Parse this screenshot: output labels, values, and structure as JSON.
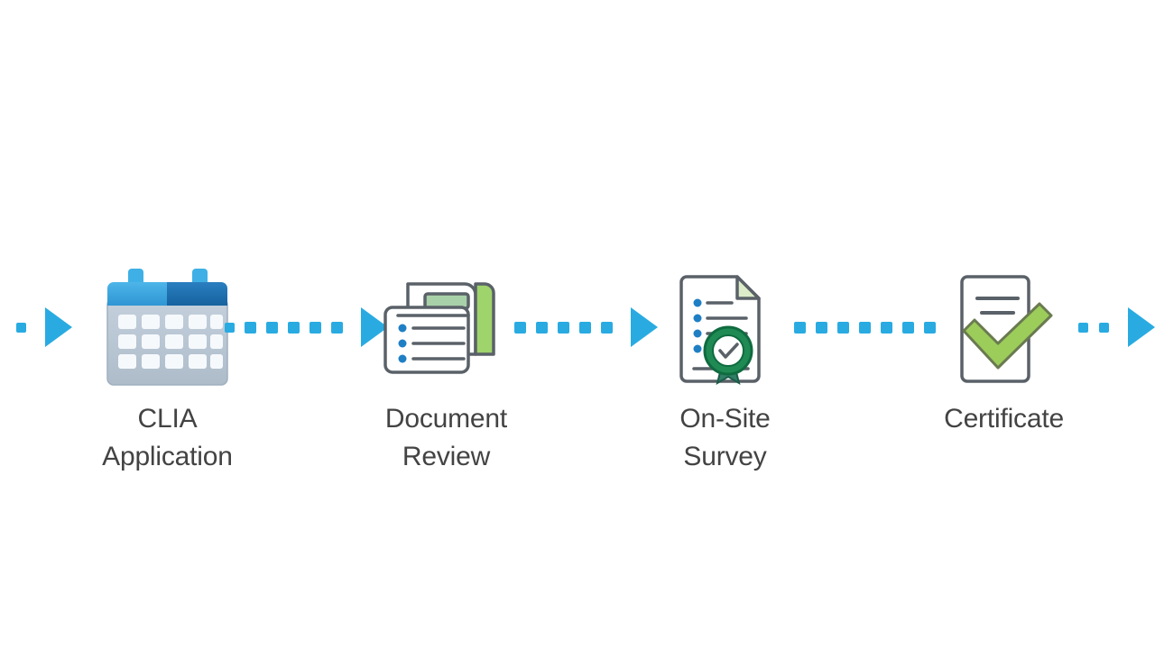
{
  "diagram": {
    "type": "process-flow",
    "orientation": "horizontal",
    "title": "",
    "background_color": "#ffffff",
    "label_color": "#434343",
    "connector_color": "#29abe2",
    "steps": [
      {
        "id": "clia-application",
        "order": 1,
        "label": "CLIA Application",
        "icon": "calendar-icon",
        "icon_colors": {
          "header_light": "#3aa6dd",
          "header_dark": "#1b6fb0",
          "body": "#b8c6d4",
          "cells": "#f4f7fa"
        }
      },
      {
        "id": "document-review",
        "order": 2,
        "label": "Document\nReview",
        "icon": "documents-review-icon",
        "icon_colors": {
          "outline": "#5a6168",
          "paper": "#ffffff",
          "green_fill": "#a9d1a9",
          "green_edge": "#9fd36b",
          "bullet": "#1f7fc4"
        }
      },
      {
        "id": "on-site-survey",
        "order": 3,
        "label": "On-Site\nSurvey",
        "icon": "document-seal-icon",
        "icon_colors": {
          "outline": "#5a6168",
          "paper": "#ffffff",
          "fold": "#dcecc8",
          "seal": "#1f8a54",
          "seal_dark": "#0f6b3f",
          "bullet": "#1f7fc4"
        }
      },
      {
        "id": "certificate",
        "order": 4,
        "label": "Certificate",
        "icon": "document-check-icon",
        "icon_colors": {
          "outline": "#5a6168",
          "paper": "#ffffff",
          "check": "#9ccc5a",
          "check_outline": "#6a7a50"
        }
      }
    ],
    "connectors": [
      {
        "id": "connector-entry",
        "position": "left-edge",
        "dots": 1,
        "arrowhead": true,
        "clipped": true
      },
      {
        "id": "connector-1-2",
        "position": "between-step-1-and-2",
        "dots": 6,
        "arrowhead": true,
        "clipped": false
      },
      {
        "id": "connector-2-3",
        "position": "between-step-2-and-3",
        "dots": 5,
        "arrowhead": true,
        "clipped": false
      },
      {
        "id": "connector-3-4",
        "position": "between-step-3-and-4",
        "dots": 7,
        "arrowhead": false,
        "clipped": false
      },
      {
        "id": "connector-exit",
        "position": "right-edge",
        "dots": 2,
        "arrowhead": true,
        "clipped": true
      }
    ]
  }
}
